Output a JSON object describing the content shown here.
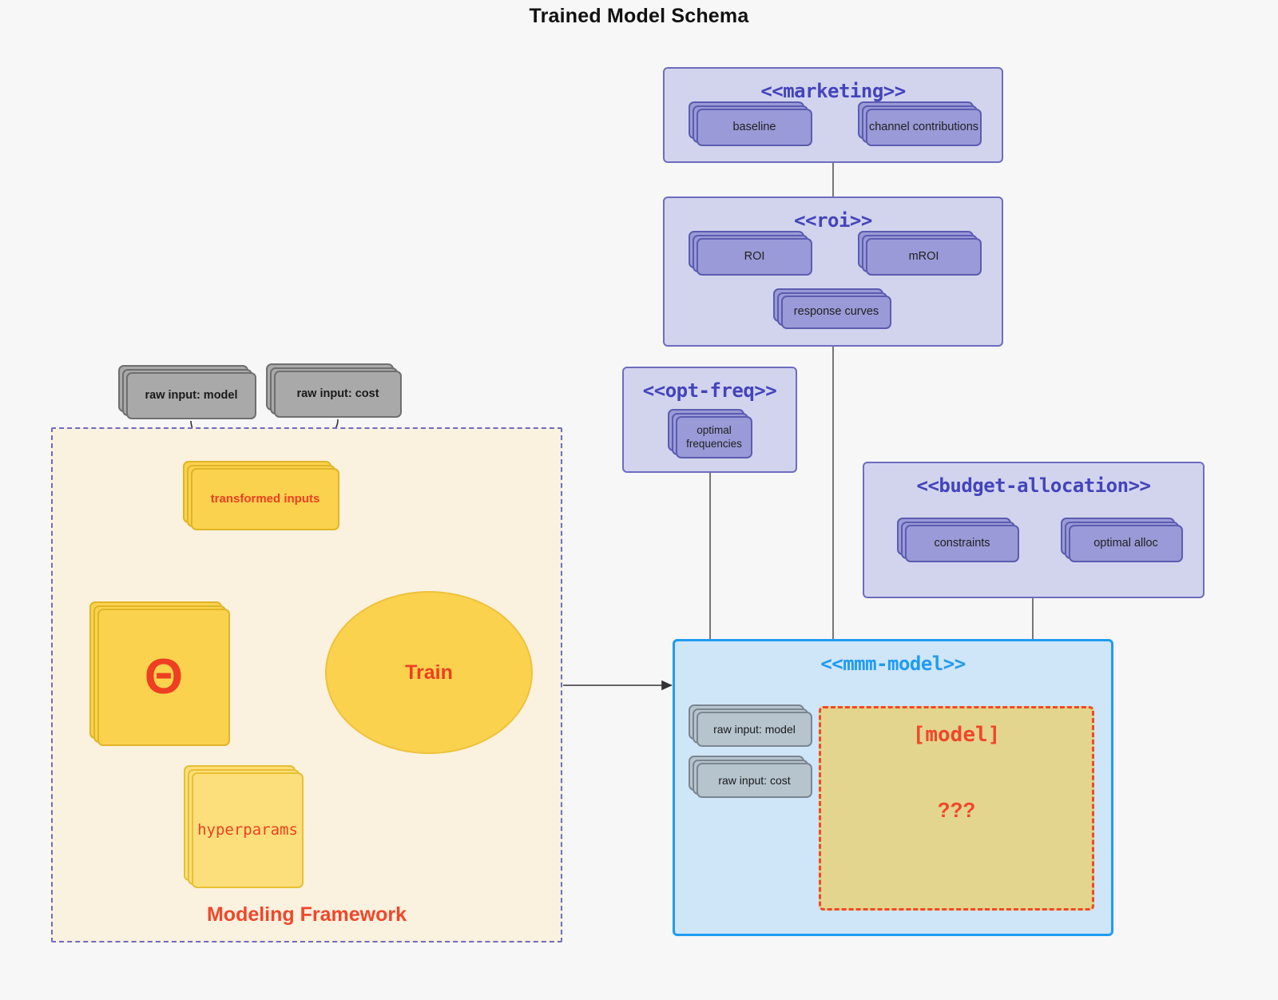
{
  "page": {
    "title": "Trained Model Schema",
    "background": "#f7f7f7"
  },
  "colors": {
    "cluster_fill": "#d2d4ee",
    "cluster_stroke": "#6d6dbf",
    "cluster_title": "#4444bb",
    "object_fill": "#9a9ad8",
    "object_stroke": "#5c5cb0",
    "mmm_fill": "#cfe5f8",
    "mmm_stroke": "#1f9cf0",
    "mmm_title": "#1f9cf0",
    "framework_fill": "#faf1df",
    "framework_stroke": "#6d6dbf",
    "accent_red": "#f0472a",
    "yellow_fill": "#fad24e",
    "yellow_light_fill": "#fcdf7a",
    "gray_fill": "#a9a9a9",
    "grayblue_fill": "#b6c4ce",
    "model_region_fill": "#e3d58e",
    "model_region_stroke": "#f04a26"
  },
  "framework": {
    "label": "Modeling Framework",
    "raw_inputs": [
      {
        "label": "raw input: model"
      },
      {
        "label": "raw input: cost"
      }
    ],
    "transformed_inputs": {
      "label": "transformed inputs"
    },
    "theta": {
      "label": "Θ"
    },
    "hyperparams": {
      "label": "hyperparams"
    },
    "train": {
      "label": "Train"
    }
  },
  "clusters": [
    {
      "id": "marketing",
      "title": "<<marketing>>",
      "nodes": [
        {
          "label": "baseline"
        },
        {
          "label": "channel contributions"
        }
      ]
    },
    {
      "id": "roi",
      "title": "<<roi>>",
      "nodes": [
        {
          "label": "ROI"
        },
        {
          "label": "mROI"
        },
        {
          "label": "response curves"
        }
      ]
    },
    {
      "id": "opt-freq",
      "title": "<<opt-freq>>",
      "nodes": [
        {
          "label": "optimal\nfrequencies",
          "line1": "optimal",
          "line2": "frequencies"
        }
      ]
    },
    {
      "id": "budget-allocation",
      "title": "<<budget-allocation>>",
      "nodes": [
        {
          "label": "constraints"
        },
        {
          "label": "optimal alloc"
        }
      ]
    },
    {
      "id": "mmm-model",
      "title": "<<mmm-model>>",
      "nodes": [
        {
          "label": "raw input: model"
        },
        {
          "label": "raw input: cost"
        }
      ],
      "model_region": {
        "label": "[model]",
        "unknown": "???"
      }
    }
  ]
}
